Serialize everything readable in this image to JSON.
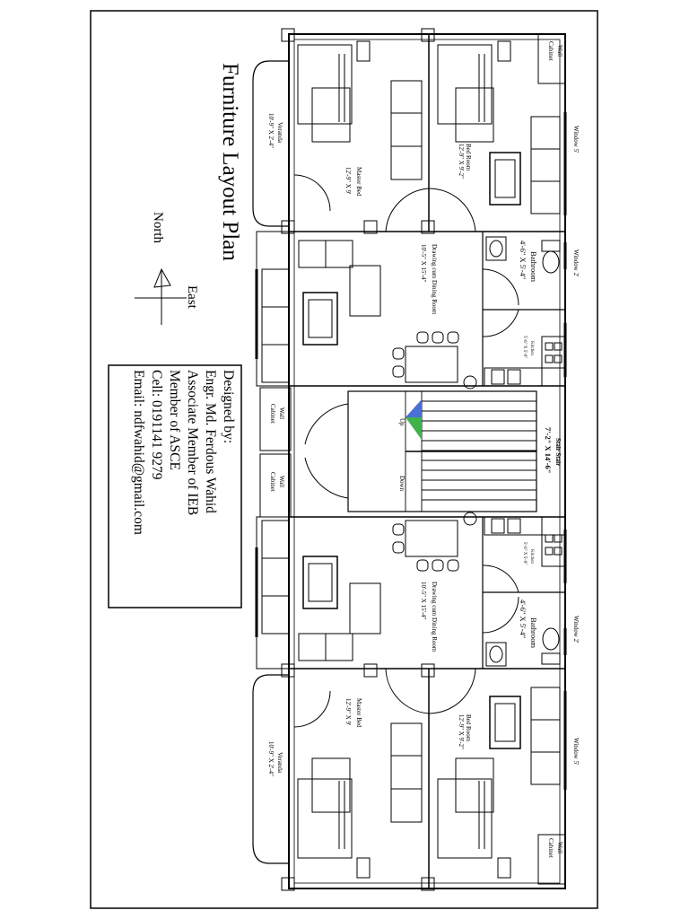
{
  "sheet": {
    "title": "Furniture Layout Plan",
    "compass": {
      "north": "North",
      "east": "East"
    },
    "credits": [
      "Designed by:",
      "Engr. Md. Ferdous Wahid",
      "Associate Member of IEB",
      "Member of ASCE",
      "Cell: 0191141 9279",
      "Email: ndfwahid@gmail.com"
    ]
  },
  "plan": {
    "veranda": {
      "name": "Veranda",
      "size": "10'-9\" X 2'-4\""
    },
    "master_bed": {
      "name": "Master Bed",
      "size": "12'-9\" X 9'"
    },
    "bed_room": {
      "name": "Bed Room",
      "size": "12'-9\" X 9'-2\""
    },
    "drawing_dining": {
      "name": "Drawing cum Dining Room",
      "size": "10'-5\" X 15'-4\""
    },
    "bathroom": {
      "name": "Bathroom",
      "size": "4'-6\" X 5'-4\""
    },
    "kitchen": {
      "name": "Kitchen",
      "size": "5'-6\" X 5'-9\""
    },
    "stair": {
      "name": "Stair Stair",
      "size": "7'-2\" X 14'-6\"",
      "up": "Up",
      "down": "Down"
    },
    "wall_cabinet": "Wall Cabinet",
    "window_5": "Window 5'",
    "window_2": "Window 2'"
  },
  "colors": {
    "ink": "#000000",
    "stair_blue": "#4a6fd6",
    "stair_green": "#3fb24a"
  }
}
